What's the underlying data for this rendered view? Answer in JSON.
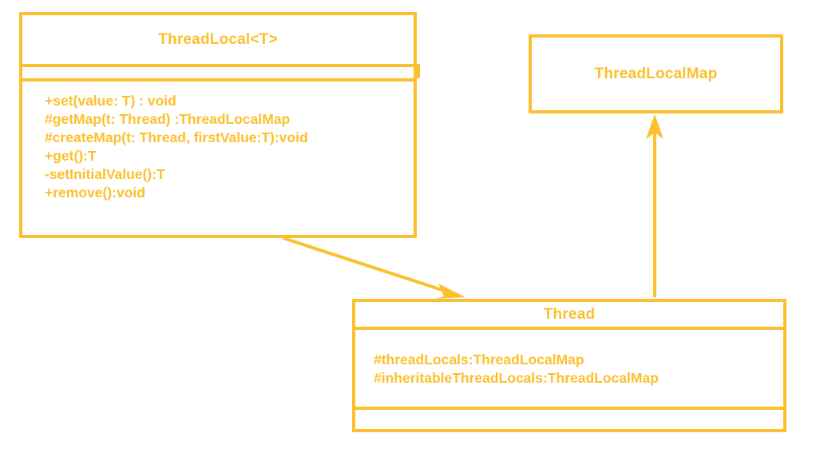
{
  "diagram": {
    "title": "ThreadLocal UML class diagram",
    "background_color": "#ffffff",
    "accent_color": "#fbc02d"
  },
  "classes": {
    "threadlocal": {
      "name": "ThreadLocal<T>",
      "attributes": [],
      "methods": [
        "+set(value: T) : void",
        "#getMap(t: Thread) :ThreadLocalMap",
        "#createMap(t: Thread, firstValue:T):void",
        "+get():T",
        "-setInitialValue():T",
        "+remove():void"
      ]
    },
    "threadlocalmap": {
      "name": "ThreadLocalMap",
      "attributes": [],
      "methods": []
    },
    "thread": {
      "name": "Thread",
      "attributes": [
        "#threadLocals:ThreadLocalMap",
        "#inheritableThreadLocals:ThreadLocalMap"
      ],
      "methods": []
    }
  },
  "connectors": [
    {
      "id": "threadlocal-to-thread",
      "from": "threadlocal",
      "to": "thread",
      "style": "solid",
      "arrowhead": "filled-triangle",
      "color": "#fbc02d"
    },
    {
      "id": "thread-to-threadlocalmap",
      "from": "thread",
      "to": "threadlocalmap",
      "style": "solid",
      "arrowhead": "filled-triangle",
      "color": "#fbc02d"
    }
  ]
}
